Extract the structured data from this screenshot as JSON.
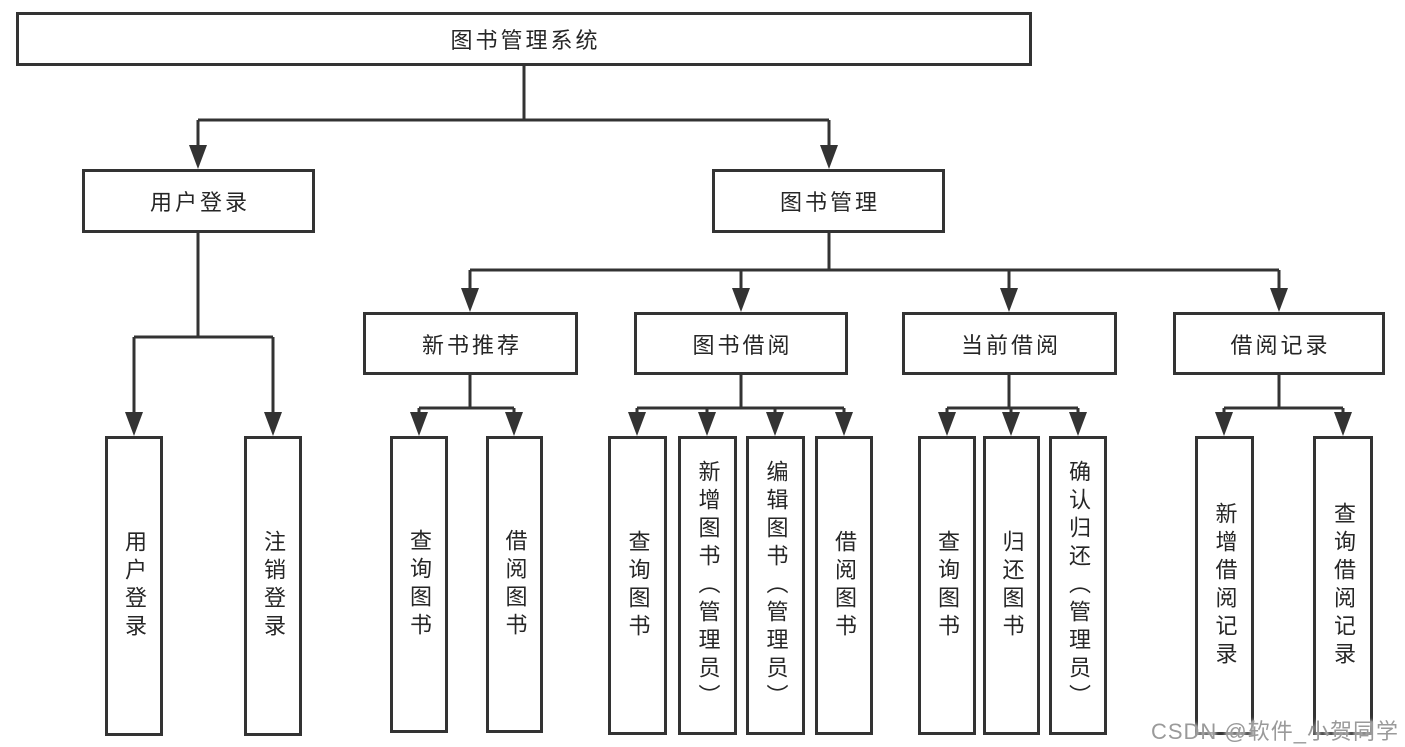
{
  "colors": {
    "line": "#333333",
    "text": "#262626",
    "watermark": "#9a9a9a"
  },
  "watermark": "CSDN @软件_小贺同学",
  "tree": {
    "label": "图书管理系统",
    "children": [
      {
        "label": "用户登录",
        "children": [
          {
            "label": "用户登录"
          },
          {
            "label": "注销登录"
          }
        ]
      },
      {
        "label": "图书管理",
        "children": [
          {
            "label": "新书推荐",
            "children": [
              {
                "label": "查询图书"
              },
              {
                "label": "借阅图书"
              }
            ]
          },
          {
            "label": "图书借阅",
            "children": [
              {
                "label": "查询图书"
              },
              {
                "label": "新增图书（管理员）"
              },
              {
                "label": "编辑图书（管理员）"
              },
              {
                "label": "借阅图书"
              }
            ]
          },
          {
            "label": "当前借阅",
            "children": [
              {
                "label": "查询图书"
              },
              {
                "label": "归还图书"
              },
              {
                "label": "确认归还（管理员）"
              }
            ]
          },
          {
            "label": "借阅记录",
            "children": [
              {
                "label": "新增借阅记录"
              },
              {
                "label": "查询借阅记录"
              }
            ]
          }
        ]
      }
    ]
  }
}
